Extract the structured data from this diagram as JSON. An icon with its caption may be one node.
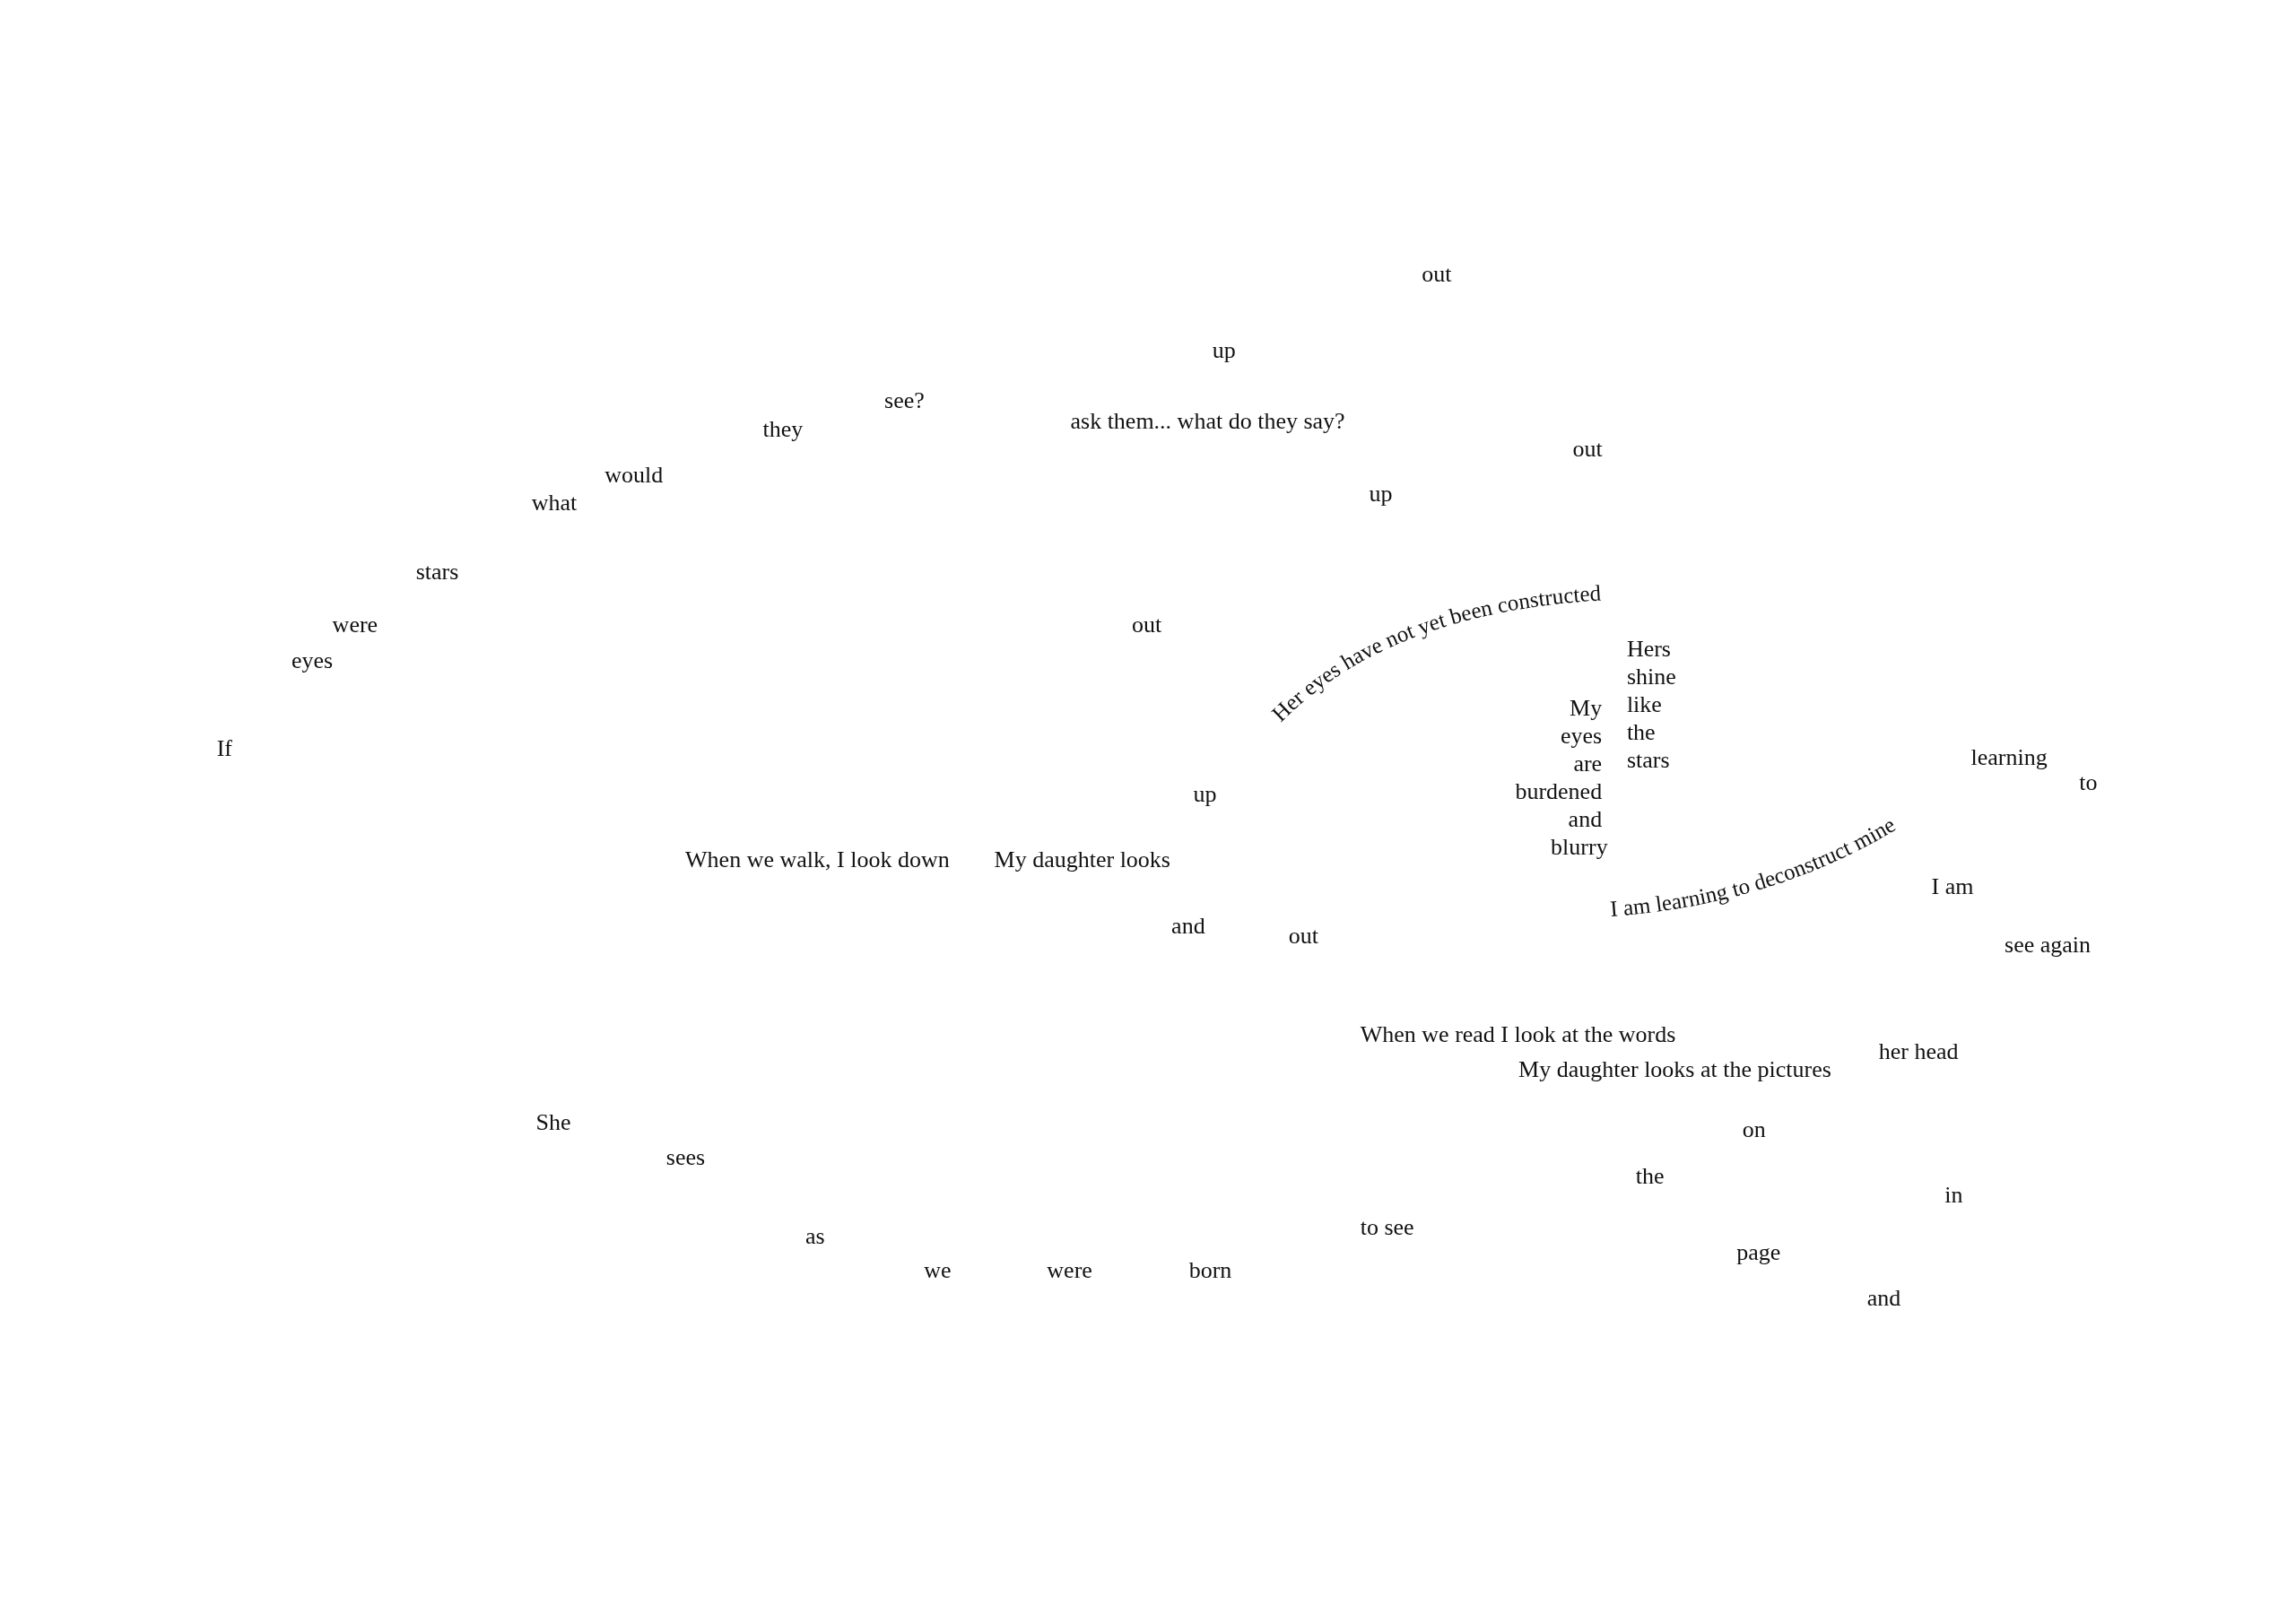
{
  "diagram": {
    "labels": [
      "out",
      "up",
      "see?",
      "ask them... what do they say?",
      "they",
      "out",
      "would",
      "what",
      "up",
      "stars",
      "were",
      "out",
      "eyes",
      "Her eyes have not yet been constructed",
      "Hers shine like the stars",
      "My eyes are burdened and blurry",
      "If",
      "learning",
      "to",
      "up",
      "When we walk, I look down",
      "My daughter looks",
      "I am learning to deconstruct mine",
      "I am",
      "and",
      "out",
      "see again",
      "When we read I look at the words",
      "her head",
      "My daughter looks at the pictures",
      "She",
      "on",
      "sees",
      "the",
      "in",
      "to see",
      "as",
      "page",
      "we",
      "were",
      "born",
      "and"
    ]
  }
}
